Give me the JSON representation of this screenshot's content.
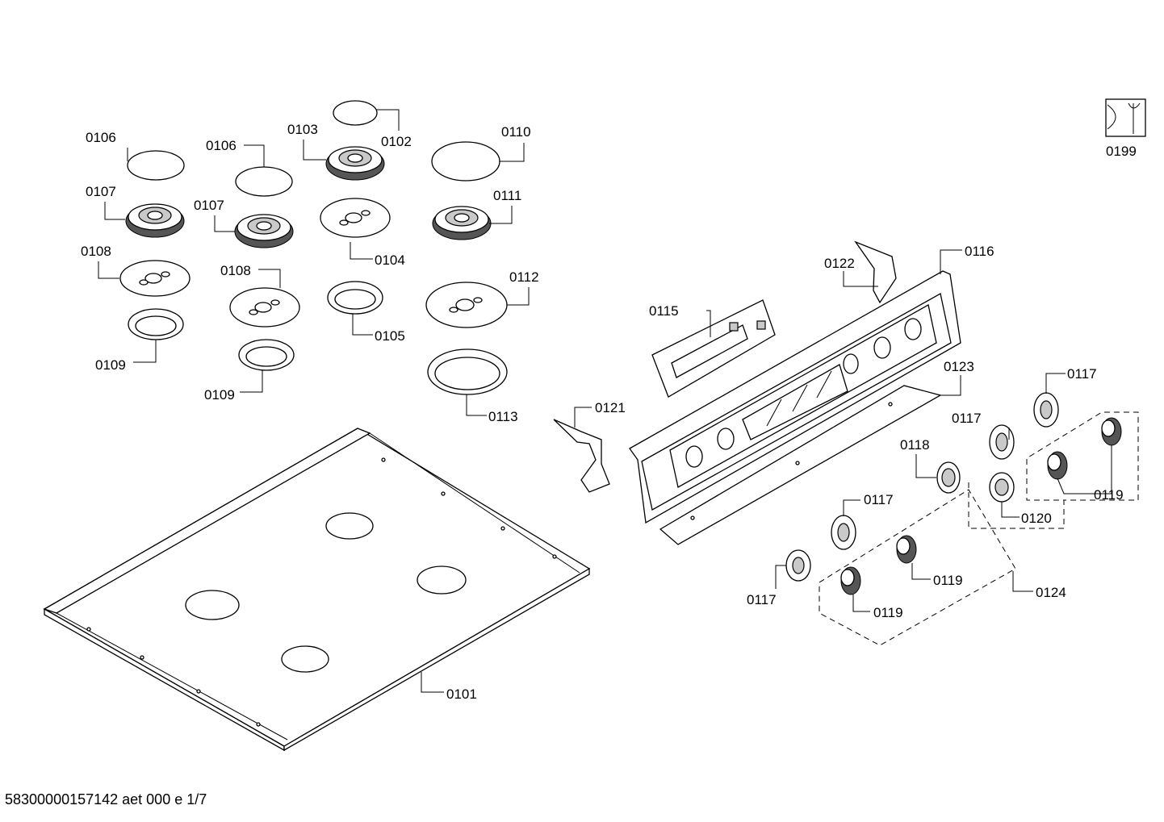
{
  "footer_text": "58300000157142 aet 000 e 1/7",
  "tool_icon": "wrench-tool-icon",
  "part_labels": {
    "p0101": "0101",
    "p0102": "0102",
    "p0103": "0103",
    "p0104": "0104",
    "p0105": "0105",
    "p0106a": "0106",
    "p0106b": "0106",
    "p0107a": "0107",
    "p0107b": "0107",
    "p0108a": "0108",
    "p0108b": "0108",
    "p0109a": "0109",
    "p0109b": "0109",
    "p0110": "0110",
    "p0111": "0111",
    "p0112": "0112",
    "p0113": "0113",
    "p0115": "0115",
    "p0116": "0116",
    "p0117a": "0117",
    "p0117b": "0117",
    "p0117c": "0117",
    "p0117d": "0117",
    "p0118": "0118",
    "p0119a": "0119",
    "p0119b": "0119",
    "p0119c": "0119",
    "p0120": "0120",
    "p0121": "0121",
    "p0122": "0122",
    "p0123": "0123",
    "p0124": "0124",
    "p0199": "0199"
  }
}
